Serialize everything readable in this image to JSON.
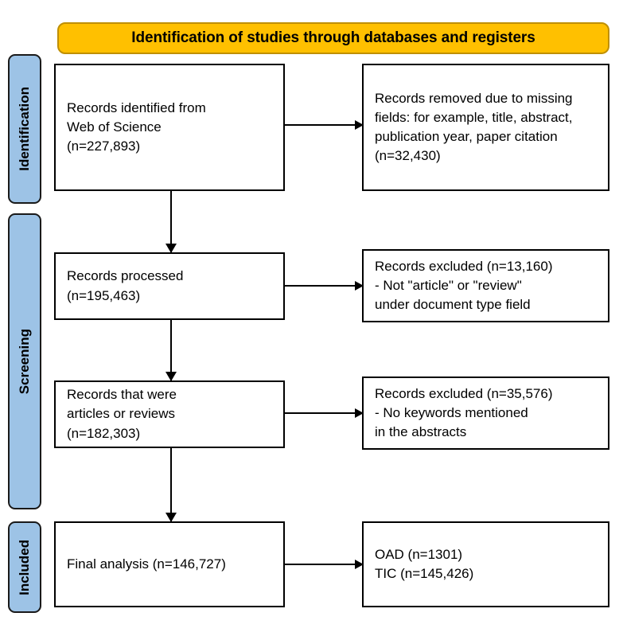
{
  "colors": {
    "banner_fill": "#FFC000",
    "banner_border": "#BF8F00",
    "stage_fill": "#9DC3E6",
    "stage_border": "#1A1A1A",
    "box_border": "#000000",
    "text": "#000000",
    "page_background": "#FFFFFF"
  },
  "header": {
    "title": "Identification of studies through databases and registers"
  },
  "stages": [
    {
      "id": "identification",
      "label": "Identification"
    },
    {
      "id": "screening",
      "label": "Screening"
    },
    {
      "id": "included",
      "label": "Included"
    }
  ],
  "boxes": {
    "identified": {
      "text": "Records identified from\nWeb of Science\n(n=227,893)",
      "count_label": "n=227,893",
      "count": 227893
    },
    "removed": {
      "text": "Records removed due to missing\nfields: for example, title, abstract,\npublication year, paper citation\n(n=32,430)",
      "count_label": "n=32,430",
      "count": 32430
    },
    "processed": {
      "text": "Records processed\n(n=195,463)",
      "count_label": "n=195,463",
      "count": 195463
    },
    "excluded_1": {
      "text": "Records excluded (n=13,160)\n- Not \"article\" or \"review\"\n  under document type field",
      "count_label": "n=13,160",
      "count": 13160
    },
    "articles": {
      "text": "Records that were\narticles or reviews\n(n=182,303)",
      "count_label": "n=182,303",
      "count": 182303
    },
    "excluded_2": {
      "text": "Records excluded (n=35,576)\n- No keywords mentioned\n  in the abstracts",
      "count_label": "n=35,576",
      "count": 35576
    },
    "final": {
      "text": "Final analysis (n=146,727)",
      "count_label": "n=146,727",
      "count": 146727
    },
    "outcome": {
      "text": "OAD (n=1301)\nTIC (n=145,426)",
      "oad_label": "OAD (n=1301)",
      "oad_count": 1301,
      "tic_label": "TIC (n=145,426)",
      "tic_count": 145426
    }
  },
  "arrows": [
    {
      "id": "identified-to-removed",
      "direction": "right"
    },
    {
      "id": "identified-to-processed",
      "direction": "down"
    },
    {
      "id": "processed-to-excluded-1",
      "direction": "right"
    },
    {
      "id": "processed-to-articles",
      "direction": "down"
    },
    {
      "id": "articles-to-excluded-2",
      "direction": "right"
    },
    {
      "id": "articles-to-final",
      "direction": "down"
    },
    {
      "id": "final-to-outcome",
      "direction": "right"
    }
  ]
}
